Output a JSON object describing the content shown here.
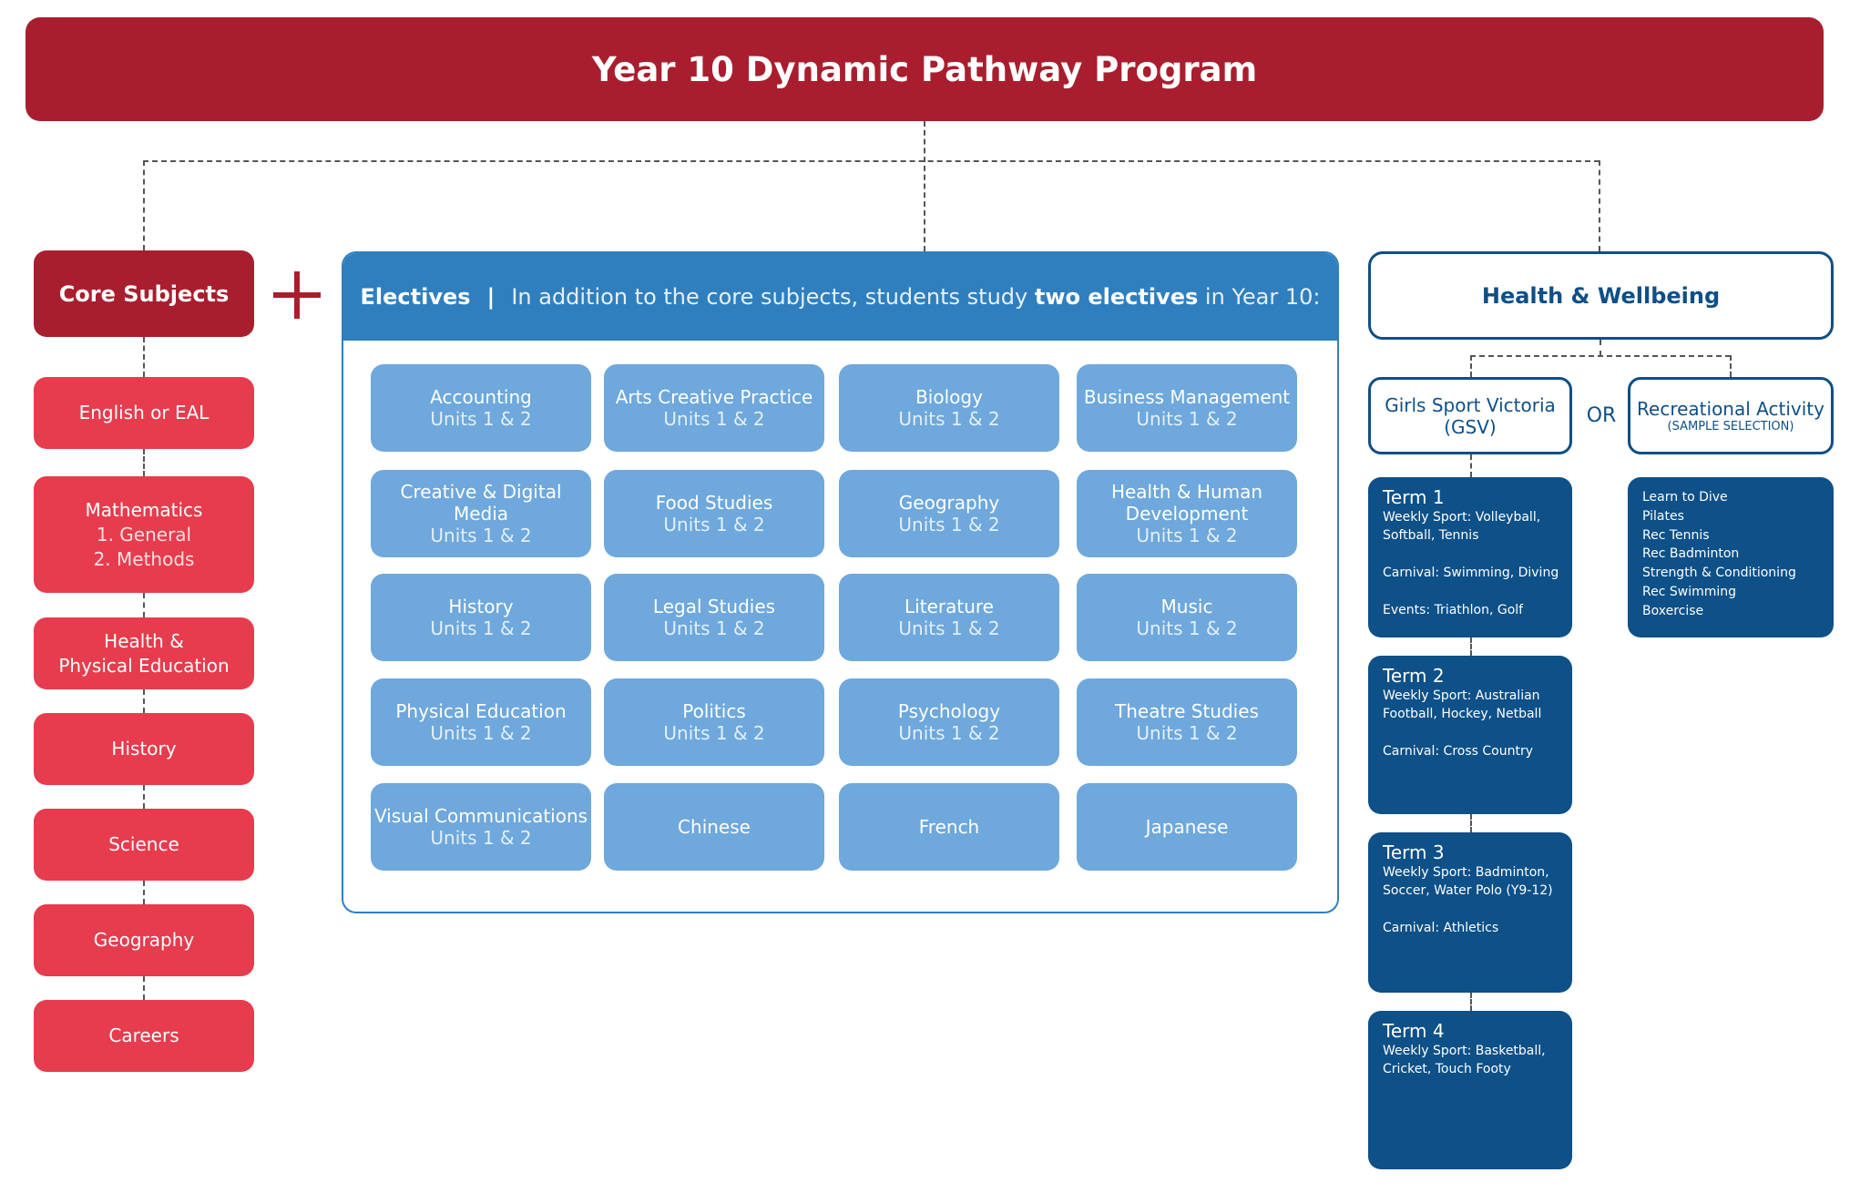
{
  "title": "Year 10 Dynamic Pathway Program",
  "core": {
    "header": "Core Subjects",
    "items": [
      {
        "label": "English or EAL"
      },
      {
        "label": "Mathematics",
        "sub": [
          "1. General",
          "2. Methods"
        ]
      },
      {
        "label": "Health &",
        "label2": "Physical Education"
      },
      {
        "label": "History"
      },
      {
        "label": "Science"
      },
      {
        "label": "Geography"
      },
      {
        "label": "Careers"
      }
    ]
  },
  "electives": {
    "title": "Electives",
    "separator": "|",
    "intro": "In addition to the core subjects, students study",
    "intro_bold": "two electives",
    "intro_end": "in Year 10:",
    "items": [
      {
        "name": "Accounting",
        "units": "Units 1 & 2"
      },
      {
        "name": "Arts Creative Practice",
        "units": "Units 1 & 2"
      },
      {
        "name": "Biology",
        "units": "Units 1 & 2"
      },
      {
        "name": "Business Management",
        "units": "Units 1 & 2"
      },
      {
        "name": "Creative & Digital Media",
        "units": "Units 1 & 2"
      },
      {
        "name": "Food Studies",
        "units": "Units 1 & 2"
      },
      {
        "name": "Geography",
        "units": "Units 1 & 2"
      },
      {
        "name": "Health & Human Development",
        "units": "Units 1 & 2"
      },
      {
        "name": "History",
        "units": "Units 1 & 2"
      },
      {
        "name": "Legal Studies",
        "units": "Units 1 & 2"
      },
      {
        "name": "Literature",
        "units": "Units 1 & 2"
      },
      {
        "name": "Music",
        "units": "Units 1 & 2"
      },
      {
        "name": "Physical Education",
        "units": "Units 1 & 2"
      },
      {
        "name": "Politics",
        "units": "Units 1 & 2"
      },
      {
        "name": "Psychology",
        "units": "Units 1 & 2"
      },
      {
        "name": "Theatre Studies",
        "units": "Units 1 & 2"
      },
      {
        "name": "Visual Communications",
        "units": "Units 1 & 2"
      },
      {
        "name": "Chinese"
      },
      {
        "name": "French"
      },
      {
        "name": "Japanese"
      }
    ]
  },
  "health_wellbeing": {
    "header": "Health & Wellbeing",
    "gsv": {
      "line1": "Girls Sport Victoria",
      "line2": "(GSV)"
    },
    "or": "OR",
    "recreational": {
      "line1": "Recreational Activity",
      "line2": "(SAMPLE SELECTION)"
    },
    "terms": [
      {
        "title": "Term 1",
        "weekly": "Weekly Sport: Volleyball,\nSoftball, Tennis",
        "carnival": "Carnival: Swimming, Diving",
        "events": "Events: Triathlon, Golf"
      },
      {
        "title": "Term 2",
        "weekly": "Weekly Sport: Australian\nFootball, Hockey, Netball",
        "carnival": "Carnival: Cross Country"
      },
      {
        "title": "Term 3",
        "weekly": "Weekly Sport: Badminton,\nSoccer, Water Polo (Y9-12)",
        "carnival": "Carnival: Athletics"
      },
      {
        "title": "Term 4",
        "weekly": "Weekly Sport: Basketball,\nCricket, Touch Footy"
      }
    ],
    "rec_activities": [
      "Learn to Dive",
      "Pilates",
      "Rec Tennis",
      "Rec Badminton",
      "Strength & Conditioning",
      "Rec Swimming",
      "Boxercise"
    ]
  },
  "colors": {
    "title_red": "#a91e2e",
    "core_red": "#e63c4d",
    "electives_blue": "#2f7fbf",
    "elective_tile": "#6ea8dc",
    "wellbeing_navy": "#0e5088"
  }
}
